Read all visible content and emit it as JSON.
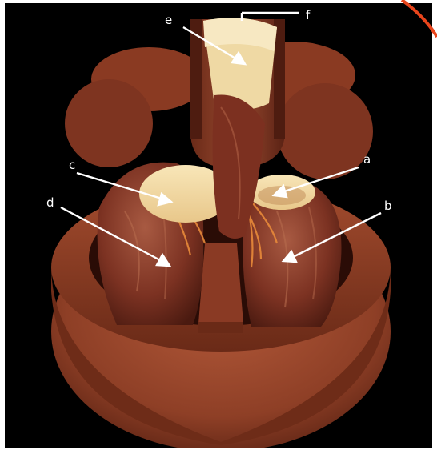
{
  "figure": {
    "subject": "heart",
    "background_color": "#000000",
    "tissue_colors": {
      "muscle": "#8a3a26",
      "muscle_dark": "#5a1e12",
      "base": "#9a4a30",
      "valve_disc": "#f3d9a2",
      "chordae": "#e88a3a"
    },
    "labels": {
      "a": "a",
      "b": "b",
      "c": "c",
      "d": "d",
      "e": "e",
      "f": "f"
    }
  }
}
